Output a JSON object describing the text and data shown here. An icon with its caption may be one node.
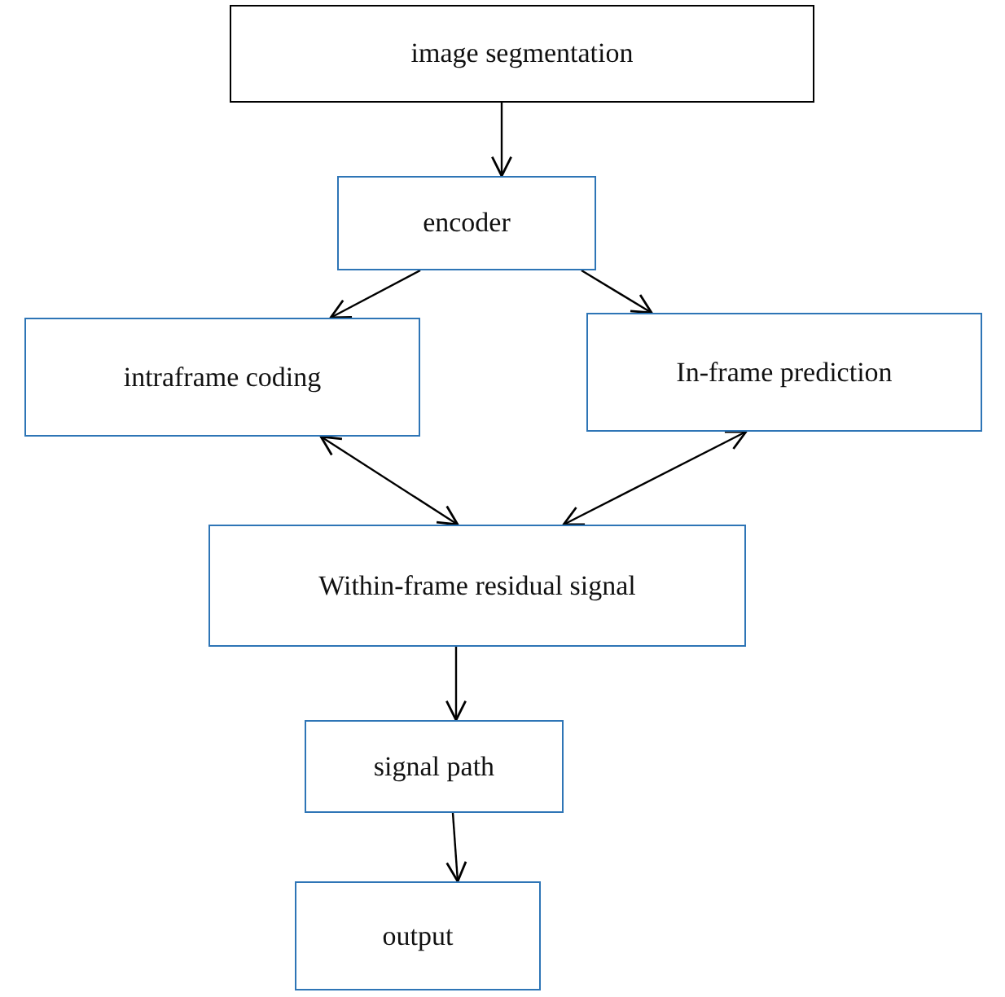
{
  "diagram": {
    "nodes": [
      {
        "text": [
          "image segmentation"
        ]
      },
      {
        "text": [
          "encoder"
        ]
      },
      {
        "text": [
          "intraframe coding"
        ]
      },
      {
        "text": [
          "In-frame prediction"
        ]
      },
      {
        "text": [
          "Within-frame residual signal"
        ]
      },
      {
        "text": [
          "signal path"
        ]
      },
      {
        "text": [
          "output"
        ]
      }
    ],
    "edges": [
      {
        "from": 0,
        "to": 1,
        "arrow": "to"
      },
      {
        "from": 1,
        "to": 2,
        "arrow": "to"
      },
      {
        "from": 1,
        "to": 3,
        "arrow": "to"
      },
      {
        "from": 2,
        "to": 4,
        "arrow": "both"
      },
      {
        "from": 3,
        "to": 4,
        "arrow": "both"
      },
      {
        "from": 4,
        "to": 5,
        "arrow": "to"
      },
      {
        "from": 5,
        "to": 6,
        "arrow": "to"
      }
    ]
  }
}
